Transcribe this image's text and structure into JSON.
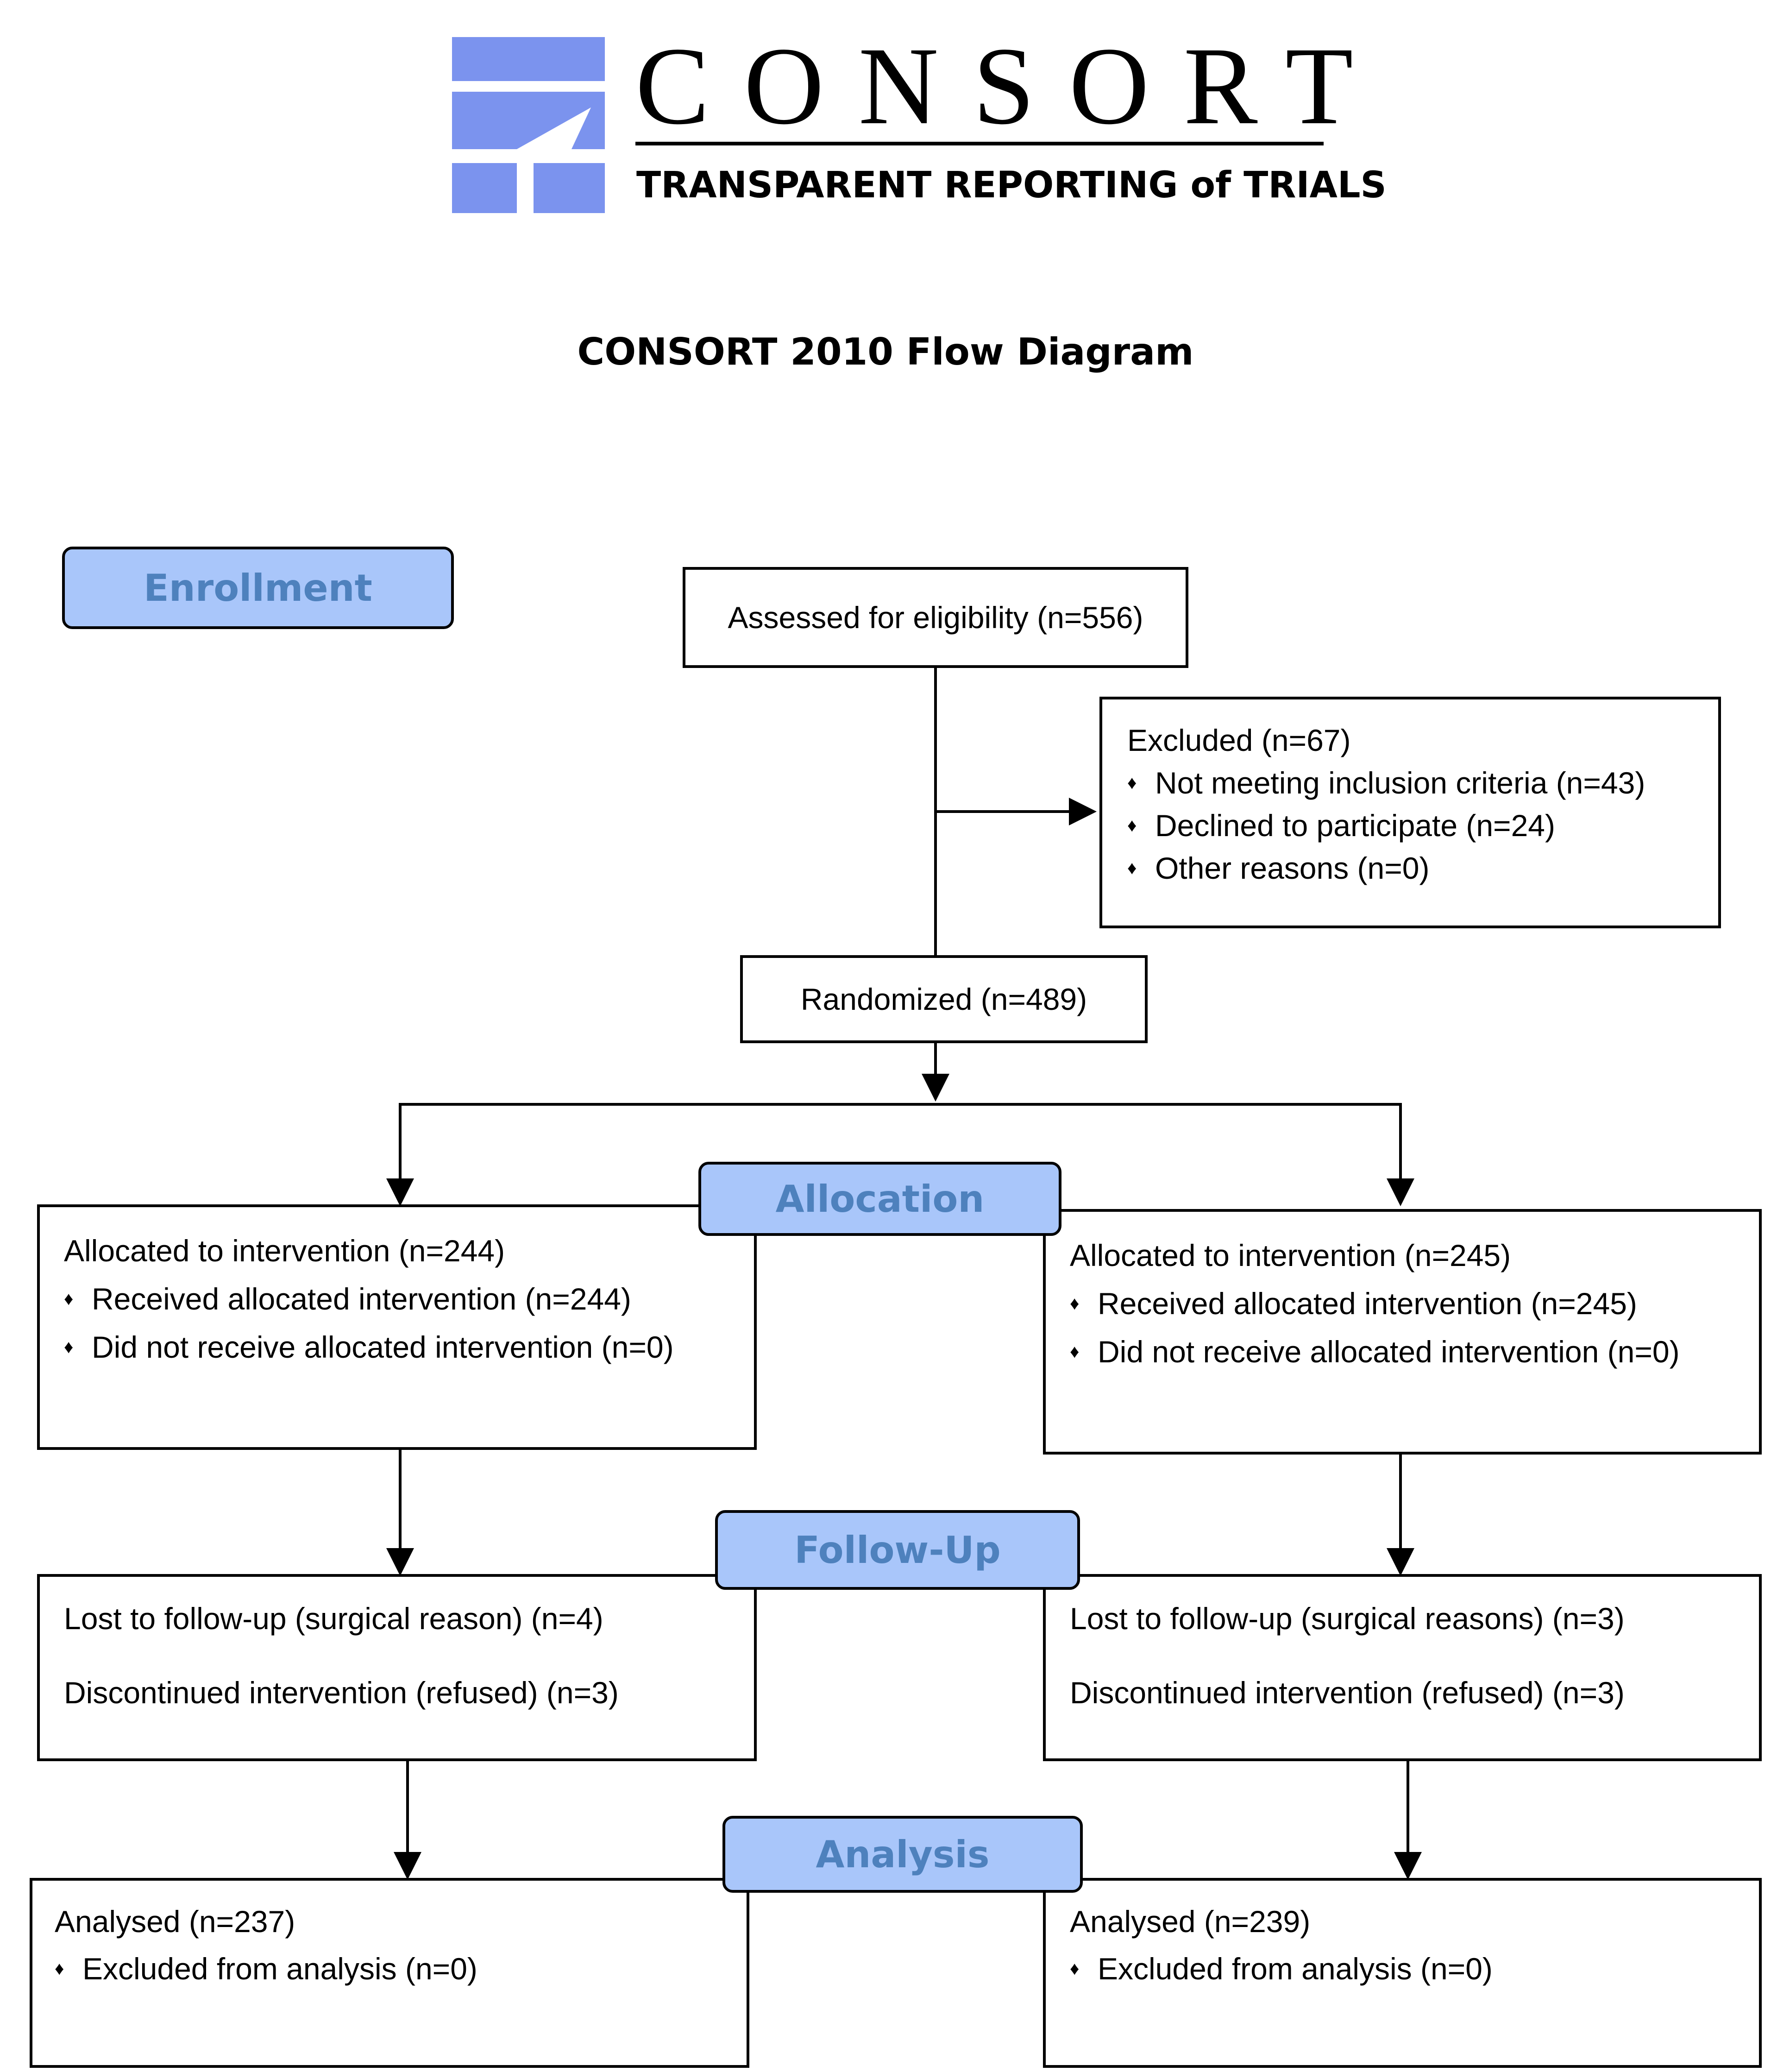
{
  "logo": {
    "word": "CONSORT",
    "tagline": "TRANSPARENT REPORTING of TRIALS",
    "colors": {
      "blue": "#7b93ee",
      "text": "#000000"
    }
  },
  "title": "CONSORT 2010 Flow Diagram",
  "stages": {
    "enrollment": "Enrollment",
    "allocation": "Allocation",
    "followup": "Follow-Up",
    "analysis": "Analysis"
  },
  "colors": {
    "stage_fill": "#a9c6fa",
    "stage_text": "#4e81bd",
    "line": "#000000"
  },
  "boxes": {
    "assessed": {
      "text": "Assessed for eligibility (n=556)"
    },
    "excluded": {
      "heading": "Excluded  (n=67)",
      "items": [
        "Not meeting inclusion criteria (n=43)",
        "Declined to participate (n=24)",
        "Other reasons (n=0)"
      ]
    },
    "randomized": {
      "text": "Randomized (n=489)"
    },
    "alloc_left": {
      "heading": "Allocated to intervention (n=244)",
      "items": [
        "Received allocated intervention (n=244)",
        "Did not receive allocated intervention (n=0)"
      ]
    },
    "alloc_right": {
      "heading": "Allocated to intervention (n=245)",
      "items": [
        "Received allocated intervention (n=245)",
        "Did not receive allocated intervention (n=0)"
      ]
    },
    "follow_left": {
      "lines": [
        "Lost to follow-up (surgical reason) (n=4)",
        "Discontinued intervention (refused) (n=3)"
      ]
    },
    "follow_right": {
      "lines": [
        "Lost to follow-up (surgical reasons) (n=3)",
        "Discontinued intervention (refused) (n=3)"
      ]
    },
    "analysis_left": {
      "heading": "Analysed  (n=237)",
      "items": [
        "Excluded from analysis (n=0)"
      ]
    },
    "analysis_right": {
      "heading": "Analysed (n=239)",
      "items": [
        "Excluded from analysis (n=0)"
      ]
    }
  },
  "bullet_glyph": "♦"
}
